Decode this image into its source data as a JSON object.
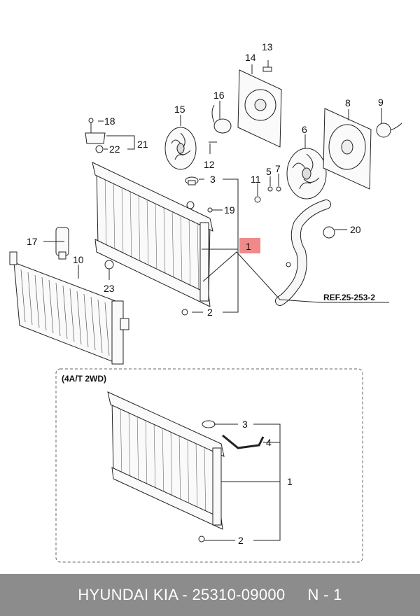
{
  "footer": {
    "text": "HYUNDAI KIA - 25310-09000     N - 1"
  },
  "callouts": {
    "n1": "1",
    "n2": "2",
    "n3": "3",
    "n4": "4",
    "n5": "5",
    "n6": "6",
    "n7": "7",
    "n8": "8",
    "n9": "9",
    "n10": "10",
    "n11": "11",
    "n12": "12",
    "n13": "13",
    "n14": "14",
    "n15": "15",
    "n16": "16",
    "n17": "17",
    "n18": "18",
    "n19": "19",
    "n20": "20",
    "n21": "21",
    "n22": "22",
    "n23": "23"
  },
  "reference": "REF.25-253-2",
  "variant_label": "(4A/T 2WD)",
  "highlight_color": "#f08a8a"
}
